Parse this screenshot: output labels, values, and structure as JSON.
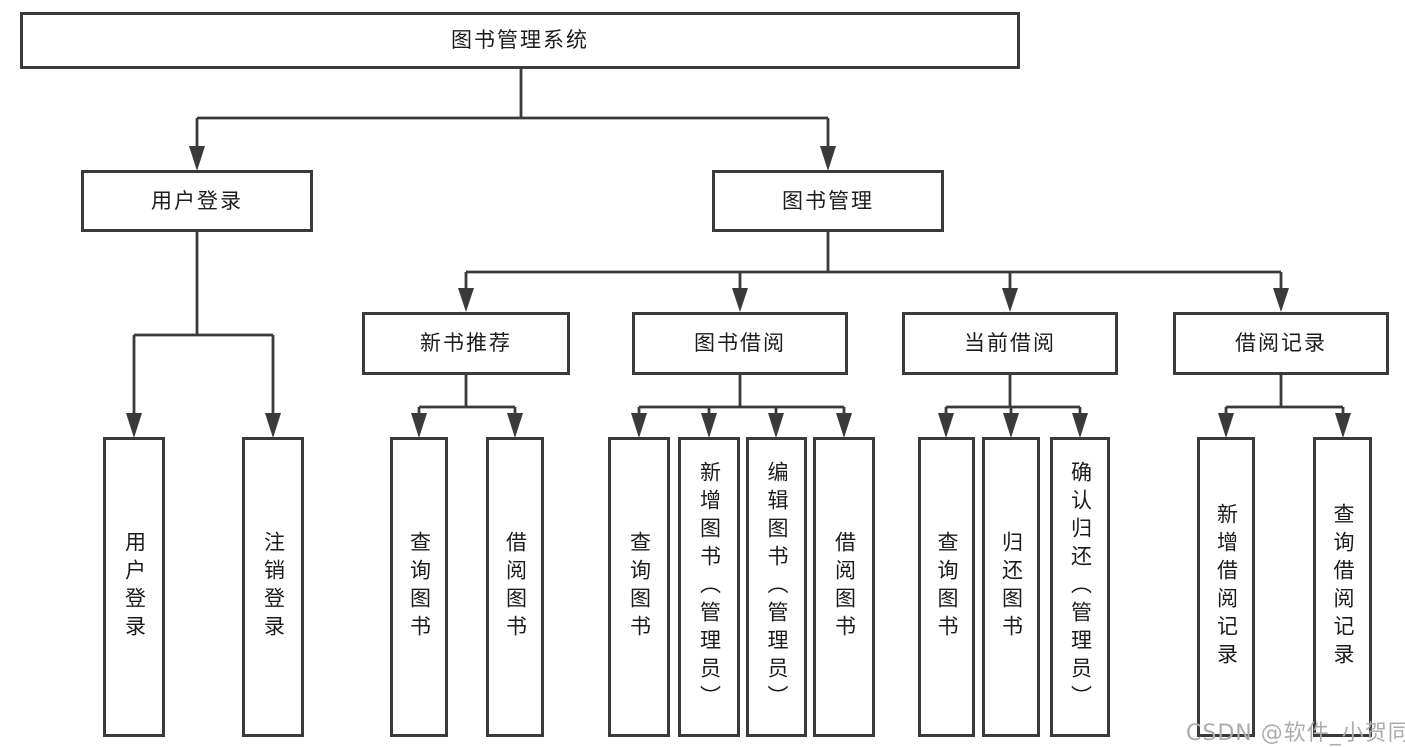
{
  "diagram": {
    "type": "hierarchy-tree",
    "line_color": "#3a3a3a",
    "text_color": "#1c1c1c",
    "background": "#ffffff",
    "root": {
      "label": "图书管理系统",
      "children": [
        {
          "label": "用户登录",
          "children": [
            {
              "label": "用户登录",
              "orientation": "vertical"
            },
            {
              "label": "注销登录",
              "orientation": "vertical"
            }
          ]
        },
        {
          "label": "图书管理",
          "children": [
            {
              "label": "新书推荐",
              "children": [
                {
                  "label": "查询图书",
                  "orientation": "vertical"
                },
                {
                  "label": "借阅图书",
                  "orientation": "vertical"
                }
              ]
            },
            {
              "label": "图书借阅",
              "children": [
                {
                  "label": "查询图书",
                  "orientation": "vertical"
                },
                {
                  "label": "新增图书（管理员）",
                  "orientation": "vertical"
                },
                {
                  "label": "编辑图书（管理员）",
                  "orientation": "vertical"
                },
                {
                  "label": "借阅图书",
                  "orientation": "vertical"
                }
              ]
            },
            {
              "label": "当前借阅",
              "children": [
                {
                  "label": "查询图书",
                  "orientation": "vertical"
                },
                {
                  "label": "归还图书",
                  "orientation": "vertical"
                },
                {
                  "label": "确认归还（管理员）",
                  "orientation": "vertical"
                }
              ]
            },
            {
              "label": "借阅记录",
              "children": [
                {
                  "label": "新增借阅记录",
                  "orientation": "vertical"
                },
                {
                  "label": "查询借阅记录",
                  "orientation": "vertical"
                }
              ]
            }
          ]
        }
      ]
    }
  },
  "watermark": {
    "text": "CSDN @软件_小贺同学",
    "color": "#acacac"
  }
}
